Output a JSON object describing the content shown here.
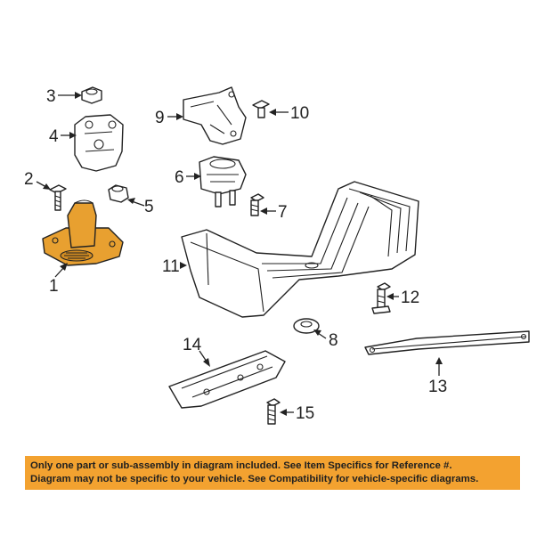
{
  "colors": {
    "highlight_part": "#e8a030",
    "notice_background": "#f3a230"
  },
  "callouts": {
    "c1": "1",
    "c2": "2",
    "c3": "3",
    "c4": "4",
    "c5": "5",
    "c6": "6",
    "c7": "7",
    "c8": "8",
    "c9": "9",
    "c10": "10",
    "c11": "11",
    "c12": "12",
    "c13": "13",
    "c14": "14",
    "c15": "15"
  },
  "notice": {
    "line1": "Only one part or sub-assembly in diagram included. See Item Specifics for Reference #.",
    "line2": "Diagram may not be specific to your vehicle. See Compatibility for vehicle-specific diagrams."
  }
}
